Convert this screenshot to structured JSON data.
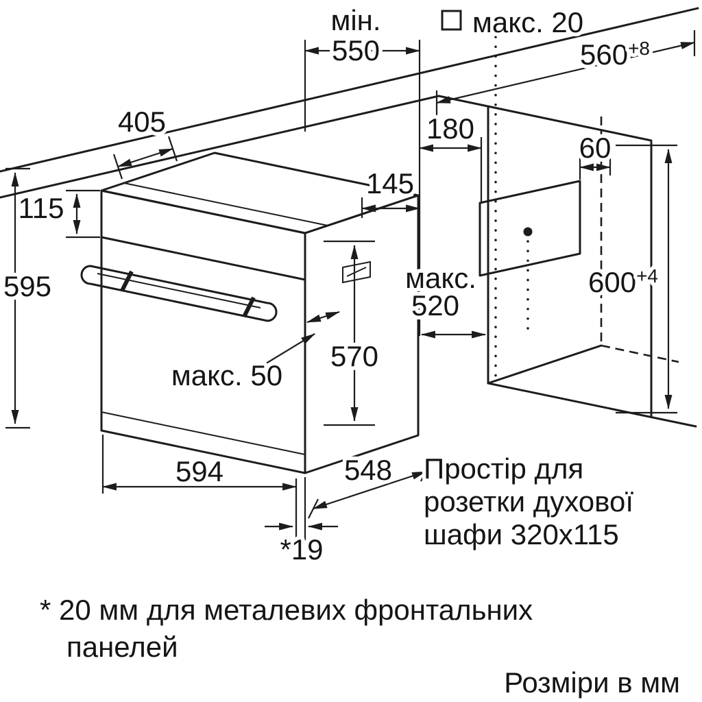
{
  "colors": {
    "ink": "#1c1c1c",
    "background": "#ffffff"
  },
  "labels": {
    "min_prefix": "мін.",
    "counter_depth": "550",
    "top_gap": "макс. 20",
    "niche_width": "560",
    "niche_width_tol": "+8",
    "body_depth": "405",
    "socket_offset": "180",
    "vent_gap": "145",
    "socket_depth": "60",
    "panel_height": "115",
    "oven_height": "595",
    "max_prefix": "макс.",
    "niche_depth": "520",
    "niche_height": "600",
    "niche_height_tol": "+4",
    "body_height": "570",
    "handle_max": "макс. 50",
    "oven_width": "594",
    "oven_depth": "548",
    "door_offset": "*19",
    "socket_note_line1": "Простір для",
    "socket_note_line2": "розетки духової",
    "socket_note_line3": "шафи 320x115",
    "footnote_line1": "* 20 мм для металевих фронтальних",
    "footnote_line2": "панелей",
    "units_note": "Розміри в мм"
  }
}
